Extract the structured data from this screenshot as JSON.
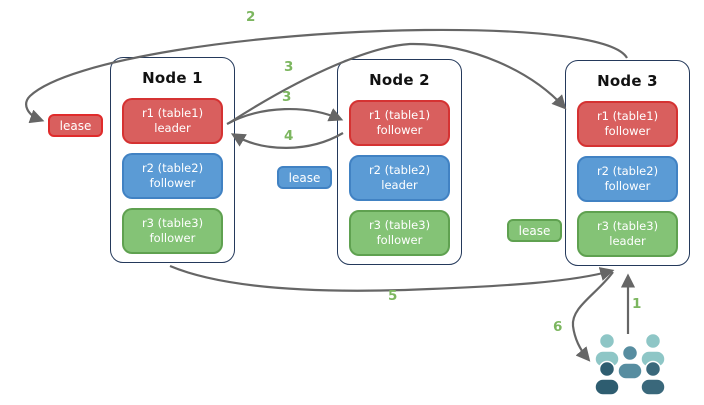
{
  "diagram": {
    "nodes": [
      {
        "title": "Node 1",
        "replicas": [
          {
            "name": "r1 (table1)",
            "role": "leader",
            "color": "red"
          },
          {
            "name": "r2 (table2)",
            "role": "follower",
            "color": "blue"
          },
          {
            "name": "r3 (table3)",
            "role": "follower",
            "color": "green"
          }
        ]
      },
      {
        "title": "Node 2",
        "replicas": [
          {
            "name": "r1 (table1)",
            "role": "follower",
            "color": "red"
          },
          {
            "name": "r2 (table2)",
            "role": "leader",
            "color": "blue"
          },
          {
            "name": "r3 (table3)",
            "role": "follower",
            "color": "green"
          }
        ]
      },
      {
        "title": "Node 3",
        "replicas": [
          {
            "name": "r1 (table1)",
            "role": "follower",
            "color": "red"
          },
          {
            "name": "r2 (table2)",
            "role": "follower",
            "color": "blue"
          },
          {
            "name": "r3 (table3)",
            "role": "leader",
            "color": "green"
          }
        ]
      }
    ],
    "leases": {
      "red": {
        "label": "lease"
      },
      "blue": {
        "label": "lease"
      },
      "green": {
        "label": "lease"
      }
    },
    "step_labels": {
      "s1": "1",
      "s2": "2",
      "s3a": "3",
      "s3b": "3",
      "s4": "4",
      "s5": "5",
      "s6": "6"
    },
    "icons": {
      "users": "users-group-icon"
    }
  },
  "palette": {
    "red_fill": "#d95f5e",
    "red_border": "#d53232",
    "lease_red_border": "#e02b2b",
    "blue_fill": "#5b9bd5",
    "blue_border": "#4182c3",
    "green_fill": "#84c376",
    "green_border": "#5fa150",
    "node_border": "#24395b",
    "edge_gray": "#666666",
    "step_green": "#7cb65f",
    "users_light": "#8ec6c6",
    "users_mid": "#578da0",
    "users_dark_left": "#2e5d70",
    "users_dark_right": "#3a687b"
  }
}
